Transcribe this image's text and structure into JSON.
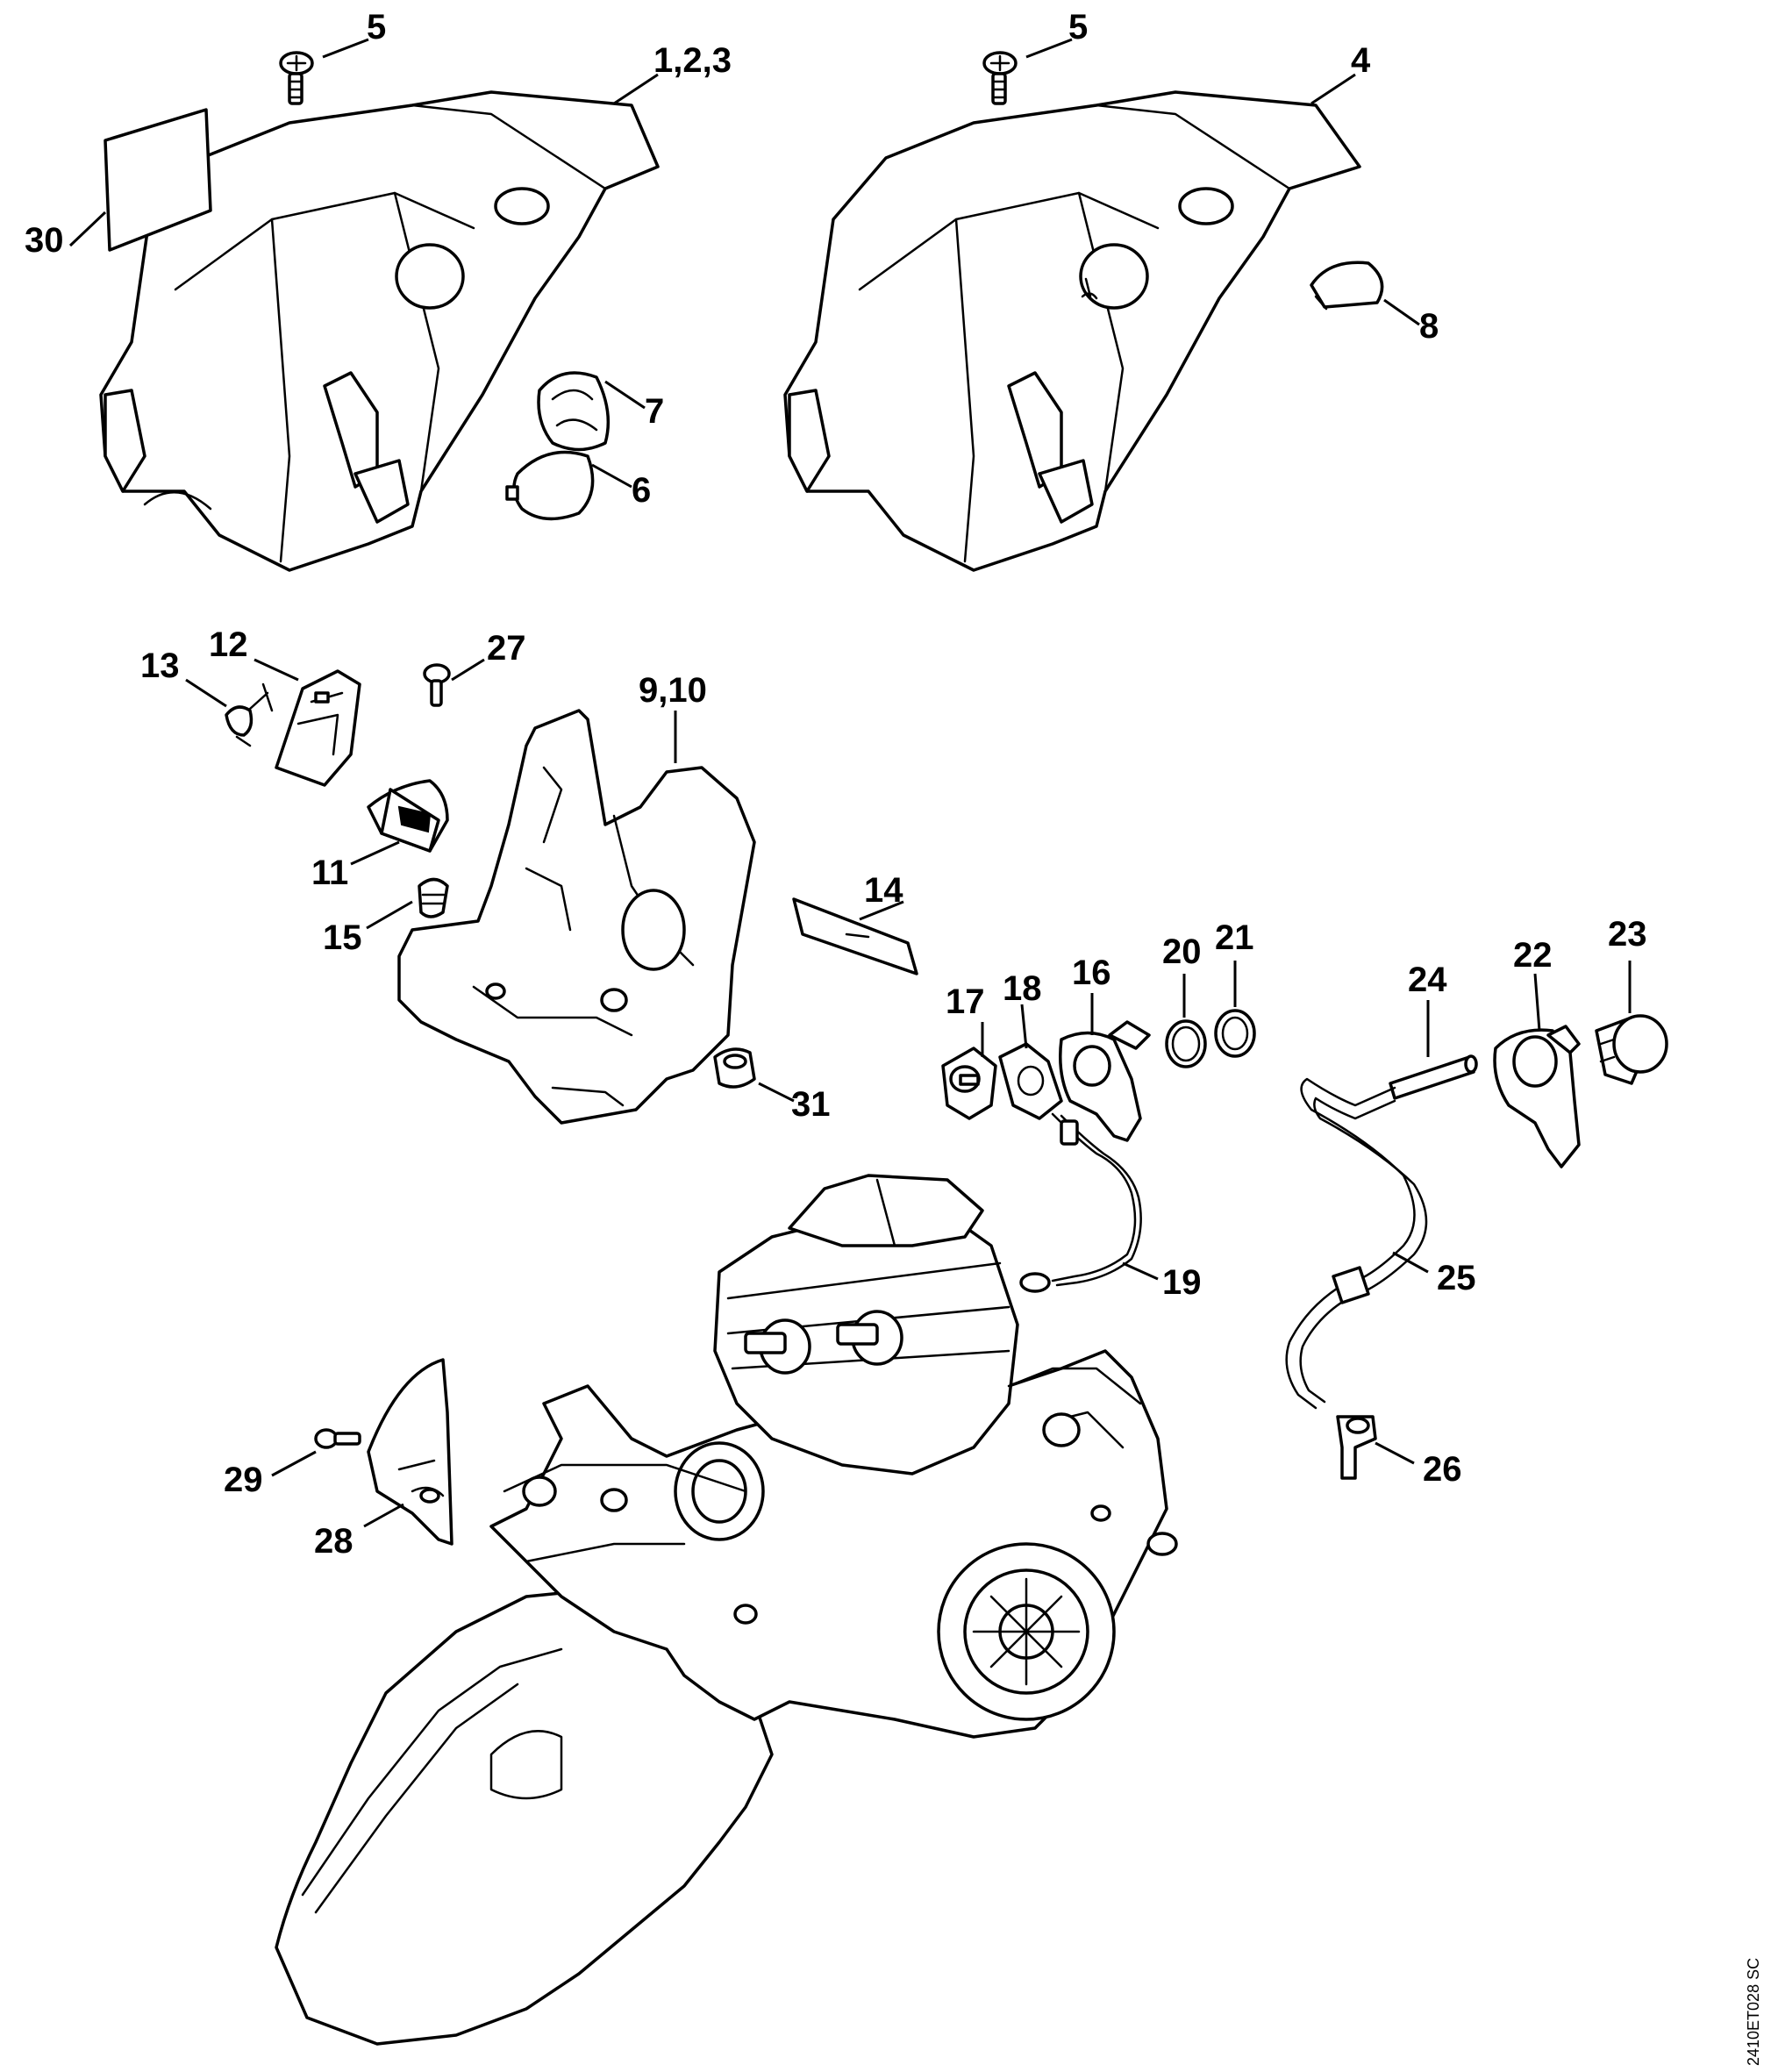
{
  "callouts": {
    "c5a": "5",
    "c123": "1,2,3",
    "c5b": "5",
    "c4": "4",
    "c30": "30",
    "c7": "7",
    "c6": "6",
    "c8": "8",
    "c13": "13",
    "c12": "12",
    "c27": "27",
    "c910": "9,10",
    "c11": "11",
    "c15": "15",
    "c14": "14",
    "c31": "31",
    "c17": "17",
    "c18": "18",
    "c16": "16",
    "c20": "20",
    "c21": "21",
    "c24": "24",
    "c22": "22",
    "c23": "23",
    "c19": "19",
    "c25": "25",
    "c26": "26",
    "c29": "29",
    "c28": "28"
  },
  "drawing_code": "2410ET028 SC"
}
